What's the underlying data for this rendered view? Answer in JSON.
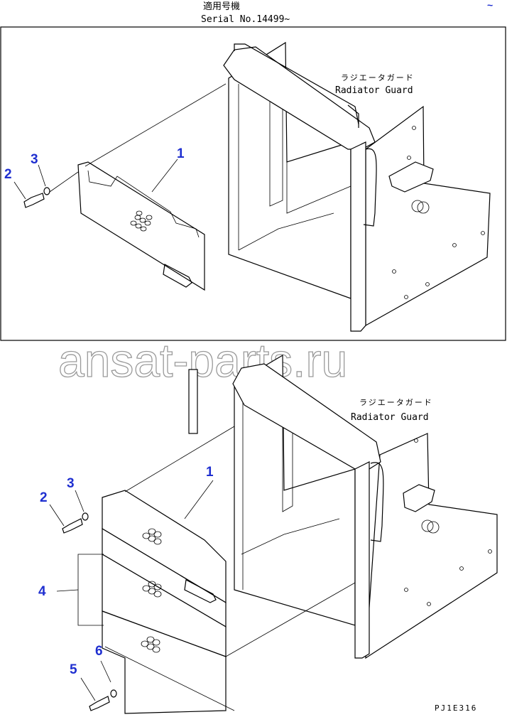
{
  "header": {
    "applicable_jp": "適用号機",
    "serial": "Serial No.14499~"
  },
  "top_view": {
    "guard_label_jp": "ラジエータガード",
    "guard_label_en": "Radiator Guard",
    "callouts": [
      "1",
      "2",
      "3"
    ]
  },
  "bottom_view": {
    "guard_label_jp": "ラジエータガード",
    "guard_label_en": "Radiator Guard",
    "callouts": [
      "1",
      "2",
      "3",
      "4",
      "5",
      "6"
    ]
  },
  "watermark": "ansat-parts.ru",
  "drawing_code": "PJ1E316",
  "corner_mark": "~"
}
